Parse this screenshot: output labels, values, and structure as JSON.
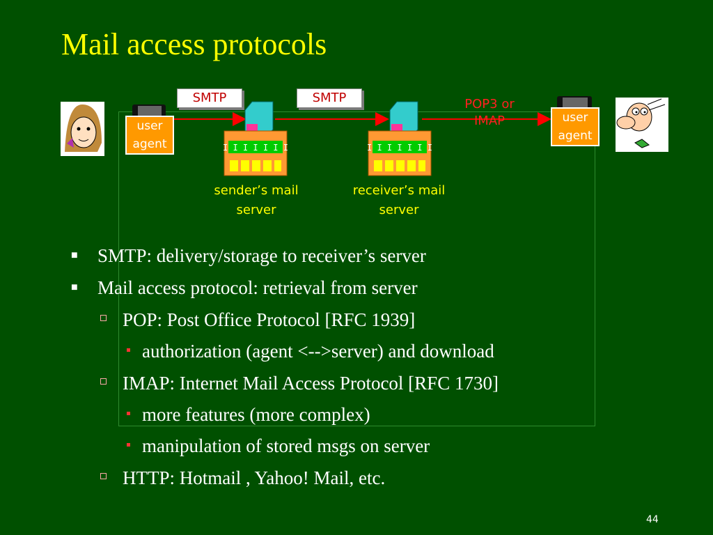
{
  "title": "Mail access protocols",
  "diagram": {
    "smtp_label_1": "SMTP",
    "smtp_label_2": "SMTP",
    "pop_imap_line1": "POP3 or",
    "pop_imap_line2": "IMAP",
    "user_agent_left_1": "user",
    "user_agent_left_2": "agent",
    "user_agent_right_1": "user",
    "user_agent_right_2": "agent",
    "sender_server_1": "sender’s mail",
    "sender_server_2": "server",
    "receiver_server_1": "receiver’s mail",
    "receiver_server_2": "server"
  },
  "bullets": [
    {
      "level": 1,
      "text": "SMTP: delivery/storage to receiver’s server"
    },
    {
      "level": 1,
      "text": "Mail access protocol: retrieval from server"
    },
    {
      "level": 2,
      "text": "POP: Post Office Protocol [RFC 1939]"
    },
    {
      "level": 3,
      "text": "authorization (agent <-->server) and download"
    },
    {
      "level": 2,
      "text": "IMAP: Internet Mail Access Protocol [RFC 1730]"
    },
    {
      "level": 3,
      "text": "more features (more complex)"
    },
    {
      "level": 3,
      "text": "manipulation of stored msgs on server"
    },
    {
      "level": 2,
      "text": "HTTP: Hotmail , Yahoo! Mail, etc."
    }
  ],
  "page_number": "44",
  "colors": {
    "background": "#005000",
    "title": "#ffff00",
    "protocol_text": "#c00000",
    "user_agent": "#ff9900",
    "server_label": "#ffff00",
    "arrow": "#ff0000"
  }
}
